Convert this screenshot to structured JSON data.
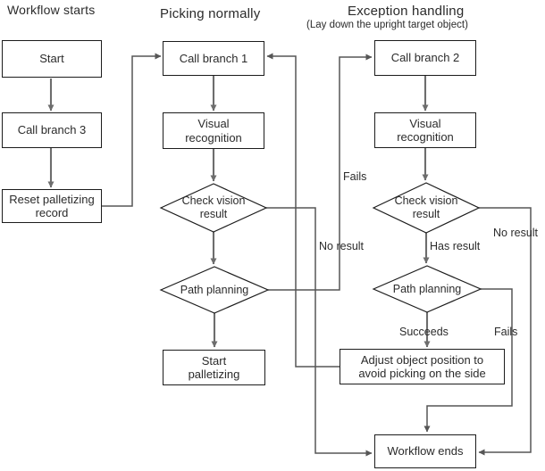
{
  "diagram": {
    "columns": [
      {
        "title": "Workflow starts",
        "subtitle": ""
      },
      {
        "title": "Picking normally",
        "subtitle": ""
      },
      {
        "title": "Exception handling",
        "subtitle": "(Lay down the upright target object)"
      }
    ],
    "nodes": {
      "start": "Start",
      "call_branch_3": "Call branch 3",
      "reset_record": "Reset palletizing\nrecord",
      "call_branch_1": "Call branch 1",
      "visual_recognition_1": "Visual\nrecognition",
      "check_vision_1": "Check vision\nresult",
      "path_planning_1": "Path planning",
      "start_palletizing": "Start\npalletizing",
      "call_branch_2": "Call branch 2",
      "visual_recognition_2": "Visual\nrecognition",
      "check_vision_2": "Check vision\nresult",
      "path_planning_2": "Path planning",
      "adjust_position": "Adjust object position to\navoid picking on the side",
      "workflow_ends": "Workflow ends"
    },
    "edge_labels": {
      "fails_mid": "Fails",
      "no_result_mid": "No result",
      "has_result": "Has result",
      "no_result_right": "No result",
      "succeeds": "Succeeds",
      "fails_right": "Fails"
    },
    "colors": {
      "background": "#ffffff",
      "text": "#2b2b2b",
      "box_border": "#1c1c1c",
      "line_gray": "#6d6d6d",
      "line_dark": "#565656"
    }
  }
}
